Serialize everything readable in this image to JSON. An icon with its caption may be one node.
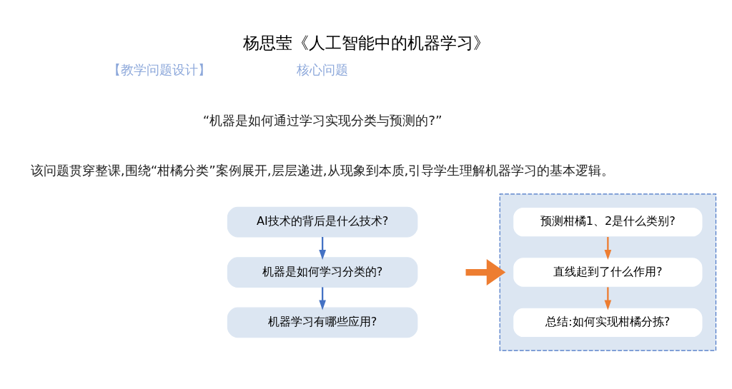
{
  "diagram": {
    "title": "杨思莹《人工智能中的机器学习》",
    "nodes": [
      {
        "text": [
          "AI技术的背后是什么技术?"
        ]
      },
      {
        "text": [
          "机器是如何学习分类的?"
        ]
      },
      {
        "text": [
          "机器学习有哪些应用?"
        ]
      },
      {
        "text": [],
        "shape": "box"
      },
      {
        "text": [
          "预测柑橘1、2是什么类别?"
        ],
        "in": 3
      },
      {
        "text": [
          "直线起到了什么作用?"
        ],
        "in": 3
      },
      {
        "text": [
          "总结:如何实现柑橘分拣?"
        ],
        "in": 3
      }
    ],
    "edges": [
      {
        "from": 0,
        "to": 1,
        "arrow": "to",
        "color": "#4472c4"
      },
      {
        "from": 1,
        "to": 2,
        "arrow": "to",
        "color": "#4472c4"
      },
      {
        "from": null,
        "to": 3,
        "arrow": "to",
        "style": "thick",
        "color": "#ed7d31"
      },
      {
        "from": 4,
        "to": 5,
        "arrow": "to",
        "color": "#ed7d31"
      },
      {
        "from": 5,
        "to": 6,
        "arrow": "to",
        "color": "#ed7d31"
      }
    ],
    "labels": [
      "【教学问题设计】",
      "核心问题",
      "“机器是如何通过学习实现分类与预测的?”",
      "该问题贯穿整课,围绕“柑橘分类”案例展开,层层递进,从现象到本质,引导学生理解机器学习的基本逻辑。"
    ]
  }
}
